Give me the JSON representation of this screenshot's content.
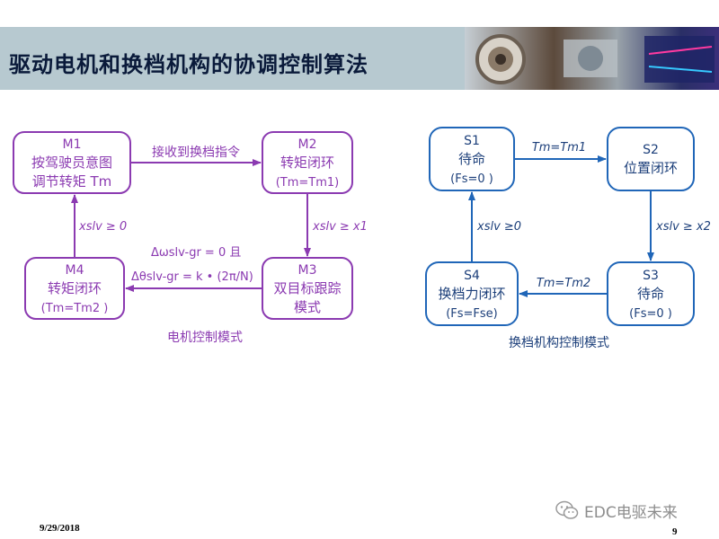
{
  "title": "驱动电机和换档机构的协调控制算法",
  "footer": {
    "date": "9/29/2018",
    "page": "9"
  },
  "watermark": {
    "text": "EDC电驱未来"
  },
  "colors": {
    "motor": "#8b3ab1",
    "shift": "#2066b8",
    "header_bg": "#b7c9d0"
  },
  "motor_mode": {
    "caption": "电机控制模式",
    "states": {
      "M1": {
        "id": "M1",
        "line1": "按驾驶员意图",
        "line2": "调节转矩 Tm"
      },
      "M2": {
        "id": "M2",
        "line1": "转矩闭环",
        "line2": "(Tm=Tm1)"
      },
      "M3": {
        "id": "M3",
        "line1": "双目标跟踪",
        "line2": "模式"
      },
      "M4": {
        "id": "M4",
        "line1": "转矩闭环",
        "line2": "(Tm=Tm2 )"
      }
    },
    "transitions": {
      "m1_m2": "接收到换档指令",
      "m2_m3": "xslv ≥ x1",
      "m3_m4_a": "Δωslv-gr = 0  且",
      "m3_m4_b": "Δθslv-gr = k • (2π/N)",
      "m4_m1": "xslv ≥ 0"
    }
  },
  "shift_mode": {
    "caption": "换档机构控制模式",
    "states": {
      "S1": {
        "id": "S1",
        "line1": "待命",
        "line2": "(Fs=0 )"
      },
      "S2": {
        "id": "S2",
        "line1": "位置闭环"
      },
      "S3": {
        "id": "S3",
        "line1": "待命",
        "line2": "(Fs=0 )"
      },
      "S4": {
        "id": "S4",
        "line1": "换档力闭环",
        "line2": "(Fs=Fse)"
      }
    },
    "transitions": {
      "s1_s2": "Tm=Tm1",
      "s2_s3": "xslv ≥ x2",
      "s3_s4": "Tm=Tm2",
      "s4_s1": "xslv ≥0"
    }
  }
}
